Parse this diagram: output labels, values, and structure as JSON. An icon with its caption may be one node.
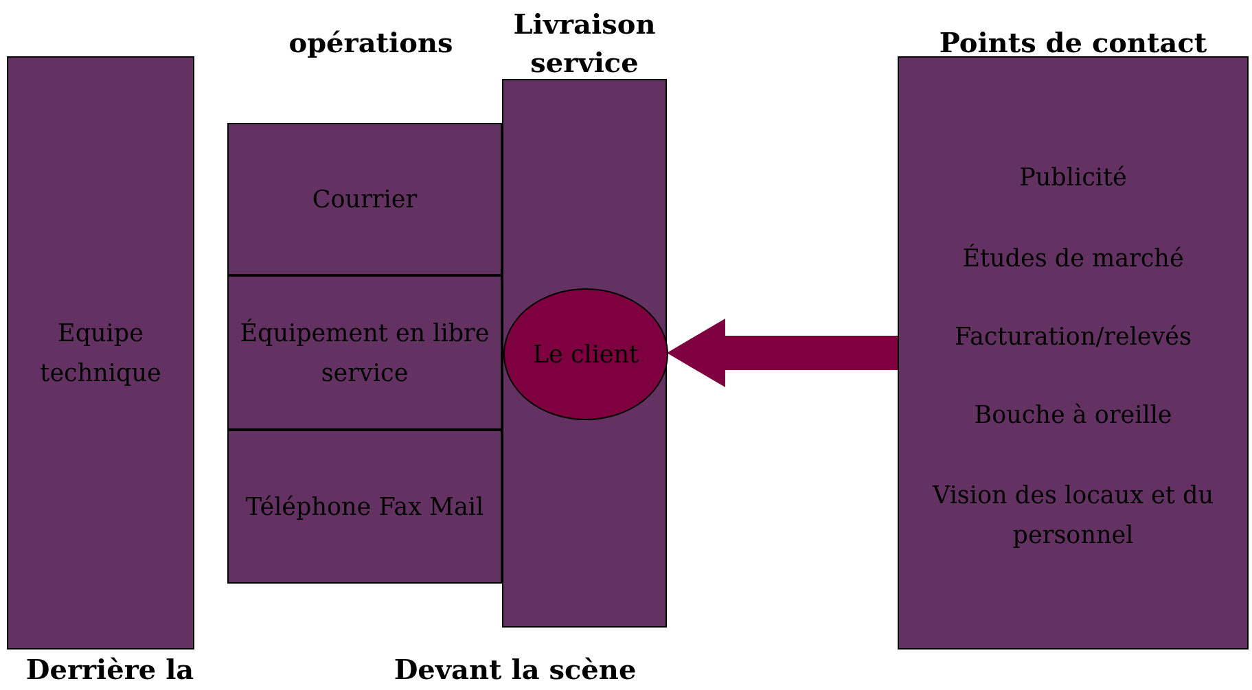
{
  "diagram": {
    "nodes": [
      {
        "text": [
          "Equipe technique"
        ]
      },
      {
        "text": [
          "Courrier"
        ]
      },
      {
        "text": [
          "Équipement en libre service"
        ]
      },
      {
        "text": [
          "Téléphone Fax Mail"
        ]
      },
      {
        "text": [
          "Livraison service"
        ]
      },
      {
        "text": [
          "Le client"
        ],
        "in": 4
      },
      {
        "text": [
          "Points de contact",
          "Publicité",
          "Études de marché",
          "Facturation/relevés",
          "Bouche à oreille",
          "Vision des locaux et du personnel"
        ]
      }
    ],
    "edges": [
      {
        "from": 6,
        "to": 5,
        "arrow": "to",
        "style": "thick",
        "color": "#7f003f"
      }
    ],
    "labels": [
      "opérations",
      "Derrière la",
      "Devant la scène"
    ]
  }
}
